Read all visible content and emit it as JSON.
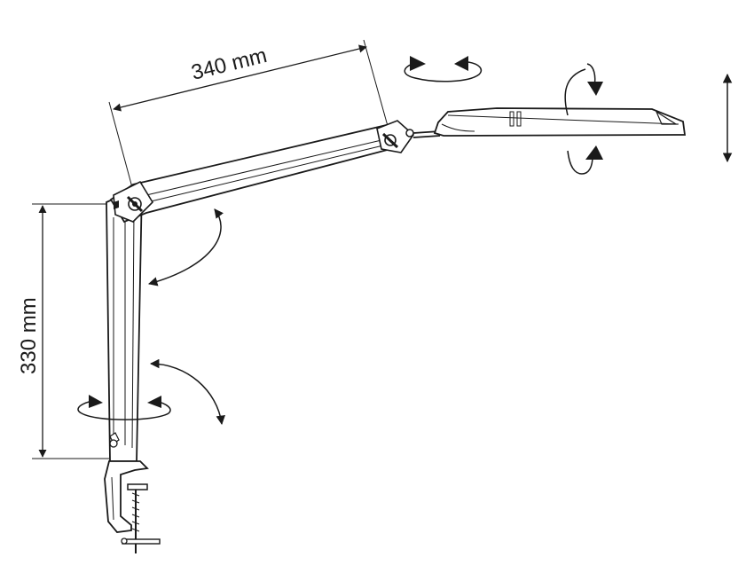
{
  "dimensions": {
    "arm_length": "340 mm",
    "post_height": "330 mm"
  },
  "colors": {
    "ink": "#1a1a1a",
    "background": "#ffffff"
  },
  "icons": {
    "motion": "curved-double-arrow",
    "rotation": "rotation-ellipse-arrow",
    "vertical": "vertical-double-arrow"
  }
}
